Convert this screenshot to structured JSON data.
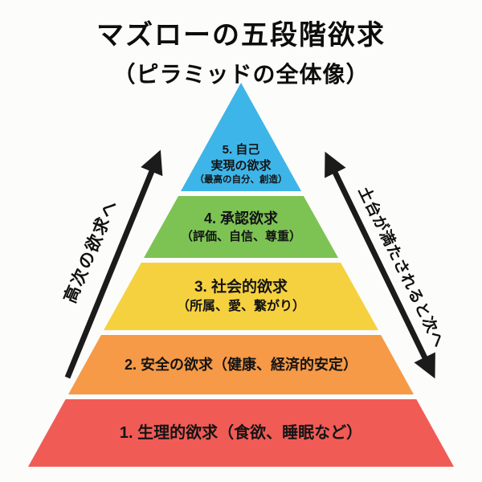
{
  "title": "マズローの五段階欲求",
  "subtitle": "（ピラミッドの全体像）",
  "arrows": {
    "color": "#1b1b1b",
    "left_label": "高次の欲求へ",
    "right_label": "土台が満たされると次へ"
  },
  "levels": [
    {
      "rank": 5,
      "lines": [
        "5. 自己",
        "実現の欲求",
        "（最高の自分、創造）"
      ],
      "color": "#3eb5e8"
    },
    {
      "rank": 4,
      "lines": [
        "4. 承認欲求",
        "（評価、自信、尊重）"
      ],
      "color": "#7dc354"
    },
    {
      "rank": 3,
      "lines": [
        "3. 社会的欲求",
        "（所属、愛、繋がり）"
      ],
      "color": "#f6d13f"
    },
    {
      "rank": 2,
      "lines": [
        "2. 安全の欲求（健康、経済的安定）"
      ],
      "color": "#f69a47"
    },
    {
      "rank": 1,
      "lines": [
        "1. 生理的欲求（食欲、睡眠など）"
      ],
      "color": "#f15b56"
    }
  ]
}
